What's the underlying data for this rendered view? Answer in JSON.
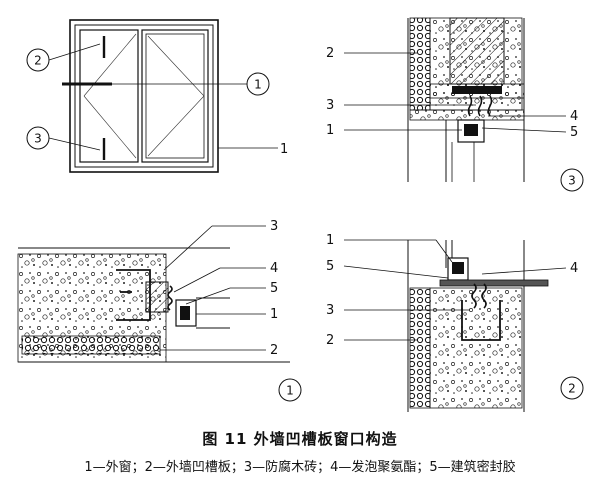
{
  "figure": {
    "title": "图 11  外墙凹槽板窗口构造",
    "legend": "1—外窗；2—外墙凹槽板；3—防腐木砖；4—发泡聚氨酯；5—建筑密封胶"
  },
  "elevation": {
    "callouts": [
      "2",
      "1",
      "3"
    ],
    "leader_labels": [
      "1"
    ]
  },
  "detail_3": {
    "view_number": "3",
    "labels": [
      "2",
      "3",
      "1",
      "4",
      "5"
    ]
  },
  "detail_1": {
    "view_number": "1",
    "labels": [
      "3",
      "4",
      "5",
      "1",
      "2"
    ]
  },
  "detail_2": {
    "view_number": "2",
    "labels": [
      "1",
      "5",
      "4",
      "3",
      "2"
    ]
  }
}
